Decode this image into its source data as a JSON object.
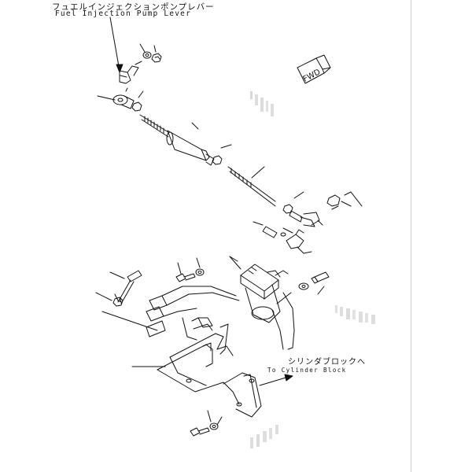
{
  "labels": {
    "fuel_pump_jp": "フュエルインジェクションポンプレバー",
    "fuel_pump_en": "Fuel Injection Pump Lever",
    "cylinder_block_jp": "シリンダブロックへ",
    "cylinder_block_en": "To Cylinder Block",
    "fwd": "FWD"
  },
  "colors": {
    "line": "#111111",
    "blur": "#bdbdbd",
    "page_border": "#cfcfcf"
  }
}
